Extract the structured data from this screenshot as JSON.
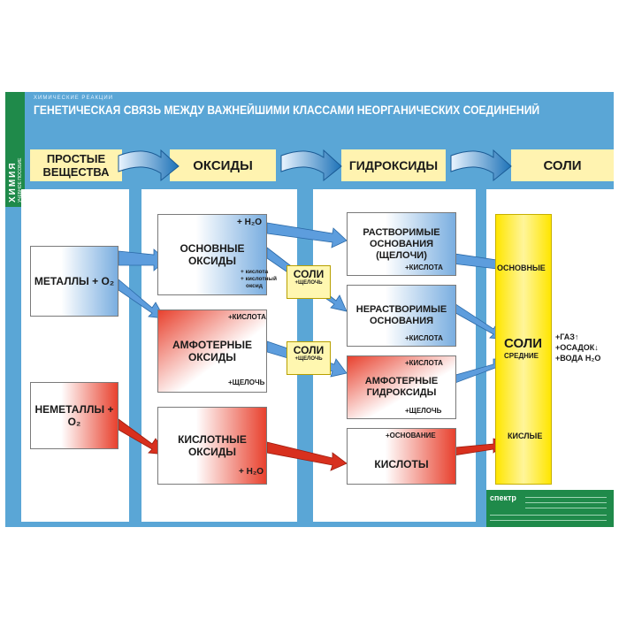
{
  "colors": {
    "poster_bg": "#5aa6d6",
    "header_band": "#fff3b0",
    "blue_gradient": "#7aaee0",
    "red_gradient": "#e8412e",
    "salt_yellow": "#ffe600",
    "side_green": "#1f8a4a"
  },
  "side": {
    "title": "ХИМИЯ",
    "subtitle": "УЧЕБНОЕ ПОСОБИЕ"
  },
  "header": {
    "small": "ХИМИЧЕСКИЕ РЕАКЦИИ",
    "title": "ГЕНЕТИЧЕСКАЯ СВЯЗЬ МЕЖДУ ВАЖНЕЙШИМИ КЛАССАМИ НЕОРГАНИЧЕСКИХ СОЕДИНЕНИЙ"
  },
  "columns": {
    "simple_line1": "ПРОСТЫЕ",
    "simple_line2": "ВЕЩЕСТВА",
    "oxides": "ОКСИДЫ",
    "hydroxides": "ГИДРОКСИДЫ",
    "salts": "СОЛИ"
  },
  "simple": {
    "metals": "МЕТАЛЛЫ + O₂",
    "nonmetals": "НЕМЕТАЛЛЫ + O₂"
  },
  "oxides": {
    "basic": {
      "line1": "ОСНОВНЫЕ",
      "line2": "ОКСИДЫ",
      "water": "+ H₂O",
      "acid": "+ кислота",
      "acid_oxide_1": "+ кислотный",
      "acid_oxide_2": "оксид"
    },
    "amphoteric": {
      "line1": "АМФОТЕРНЫЕ",
      "line2": "ОКСИДЫ",
      "acid": "+КИСЛОТА",
      "alkali": "+ЩЕЛОЧЬ"
    },
    "acidic": {
      "line1": "КИСЛОТНЫЕ",
      "line2": "ОКСИДЫ",
      "water": "+ H₂O"
    }
  },
  "mini_salts": [
    {
      "label": "СОЛИ",
      "sub": "+ЩЕЛОЧЬ"
    },
    {
      "label": "СОЛИ",
      "sub": "+ЩЕЛОЧЬ"
    }
  ],
  "hydroxides": {
    "soluble": {
      "line1": "РАСТВОРИМЫЕ",
      "line2": "ОСНОВАНИЯ",
      "line3": "(ЩЕЛОЧИ)",
      "acid": "+КИСЛОТА"
    },
    "insoluble": {
      "line1": "НЕРАСТВОРИМЫЕ",
      "line2": "ОСНОВАНИЯ",
      "acid": "+КИСЛОТА"
    },
    "amphoteric": {
      "line1": "АМФОТЕРНЫЕ",
      "line2": "ГИДРОКСИДЫ",
      "acid": "+КИСЛОТА",
      "alkali": "+ЩЕЛОЧЬ"
    },
    "acids": {
      "label": "КИСЛОТЫ",
      "base": "+ОСНОВАНИЕ"
    }
  },
  "salts": {
    "basic": "ОСНОВНЫЕ",
    "main": "СОЛИ",
    "medium": "СРЕДНИЕ",
    "acidic": "КИСЛЫЕ",
    "products": [
      "+ГАЗ↑",
      "+ОСАДОК↓",
      "+ВОДА H₂O"
    ]
  },
  "footer": {
    "logo": "спектр"
  }
}
